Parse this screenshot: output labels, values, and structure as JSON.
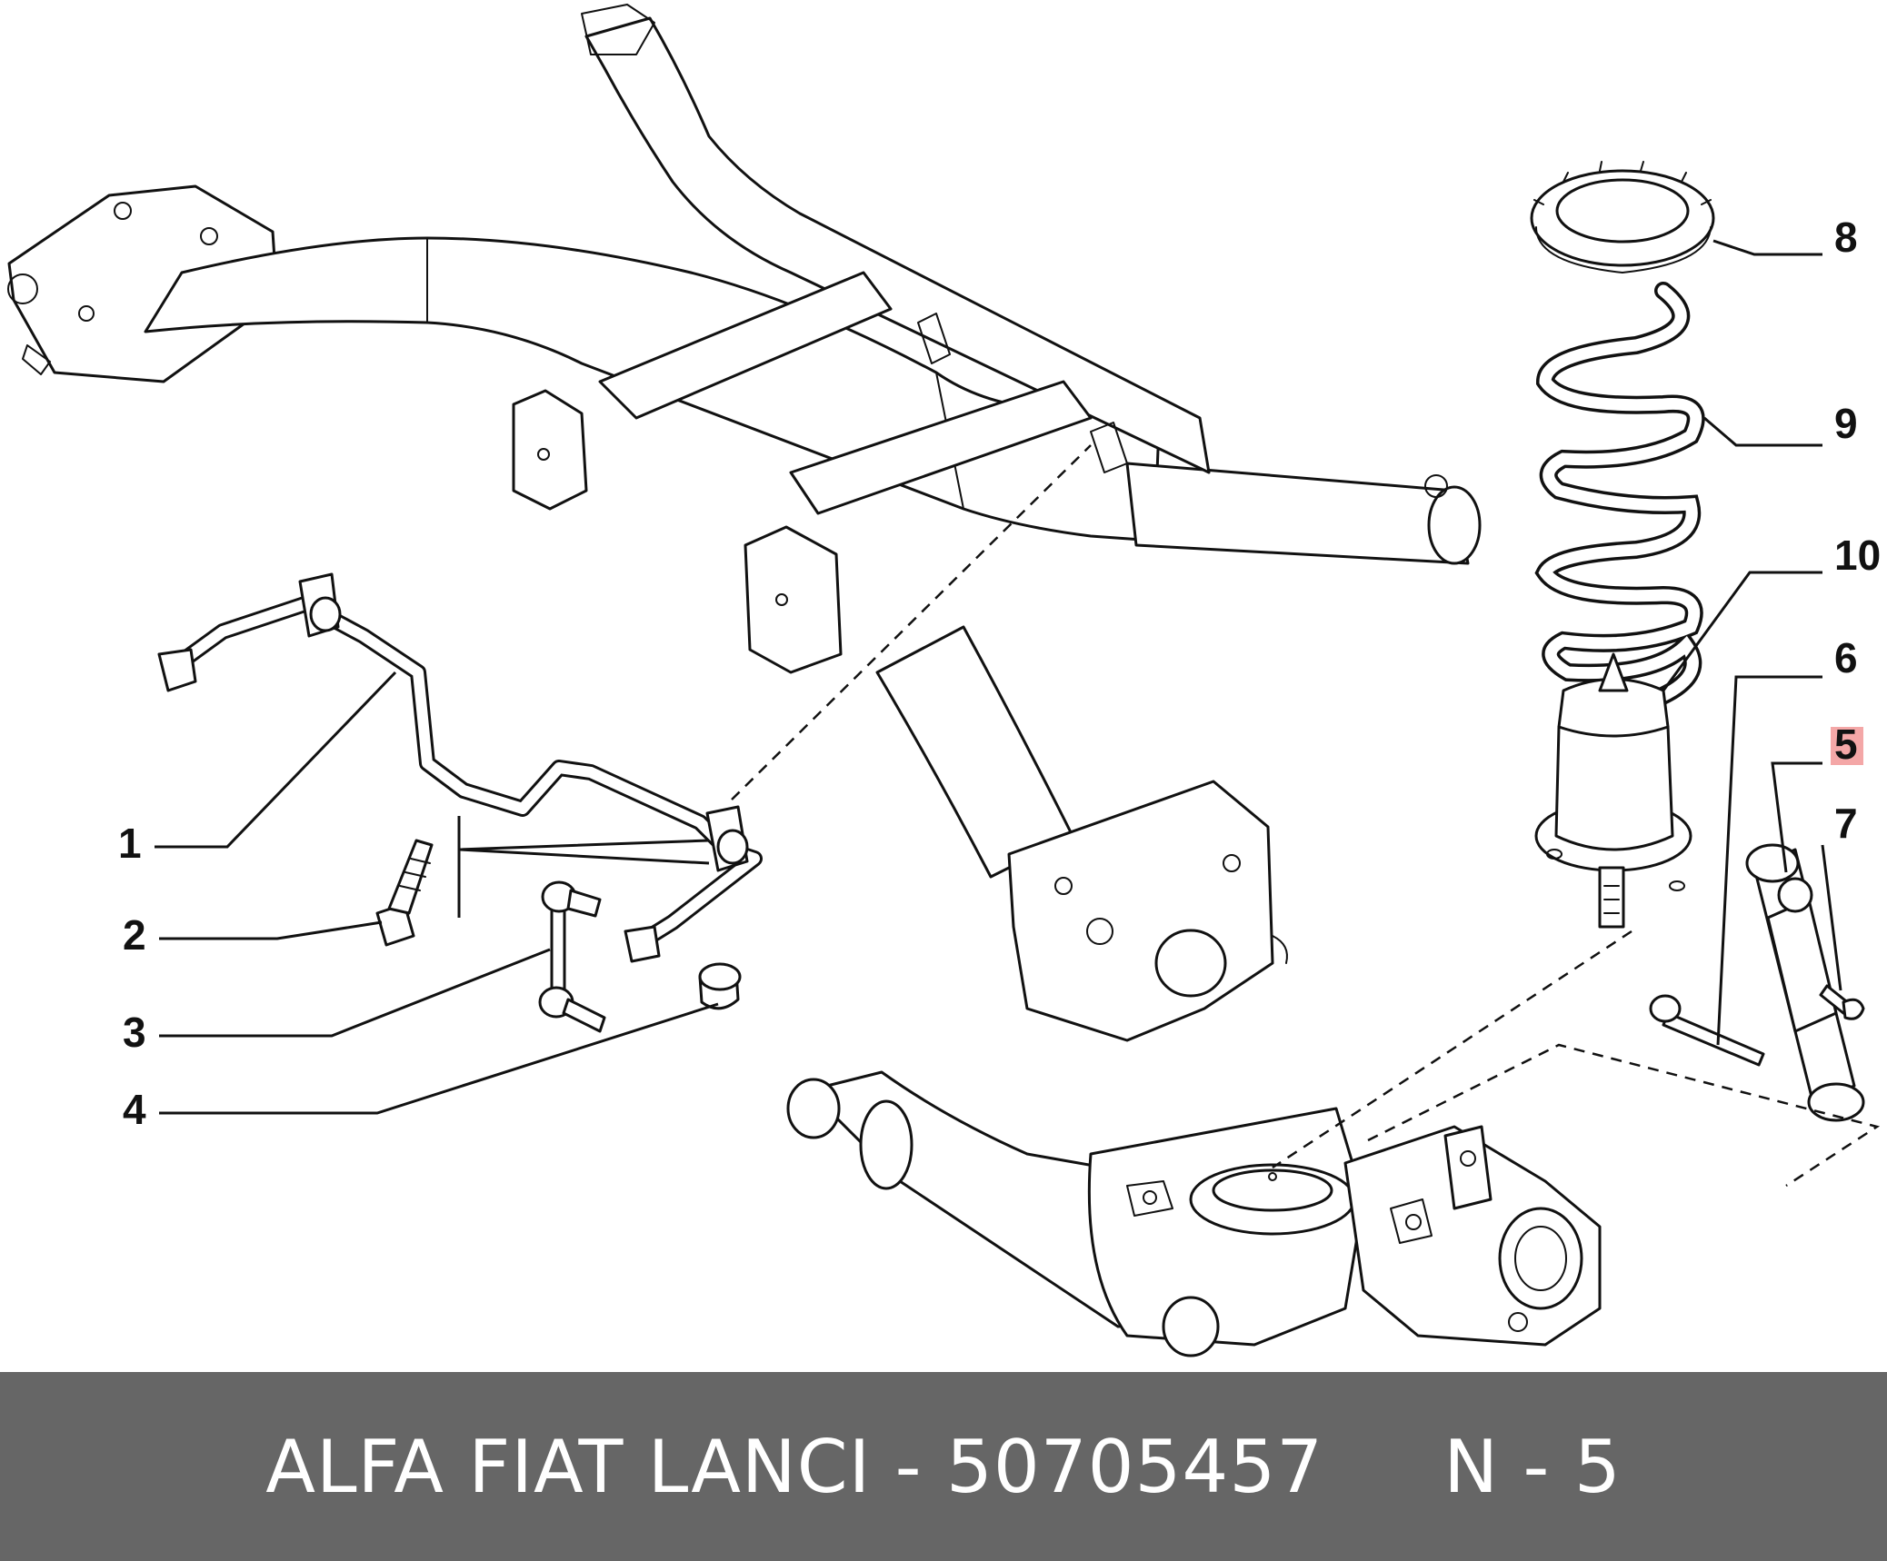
{
  "callouts": [
    {
      "id": "1",
      "label": "1"
    },
    {
      "id": "2",
      "label": "2"
    },
    {
      "id": "3",
      "label": "3"
    },
    {
      "id": "4",
      "label": "4"
    },
    {
      "id": "5",
      "label": "5",
      "highlighted": true
    },
    {
      "id": "6",
      "label": "6"
    },
    {
      "id": "7",
      "label": "7"
    },
    {
      "id": "8",
      "label": "8"
    },
    {
      "id": "9",
      "label": "9"
    },
    {
      "id": "10",
      "label": "10"
    }
  ],
  "footer": {
    "caption": "ALFA FIAT LANCI - 50705457     N - 5"
  },
  "colors": {
    "highlight": "#f4a7a7",
    "footer_bg": "#666666",
    "footer_text": "#ffffff"
  }
}
